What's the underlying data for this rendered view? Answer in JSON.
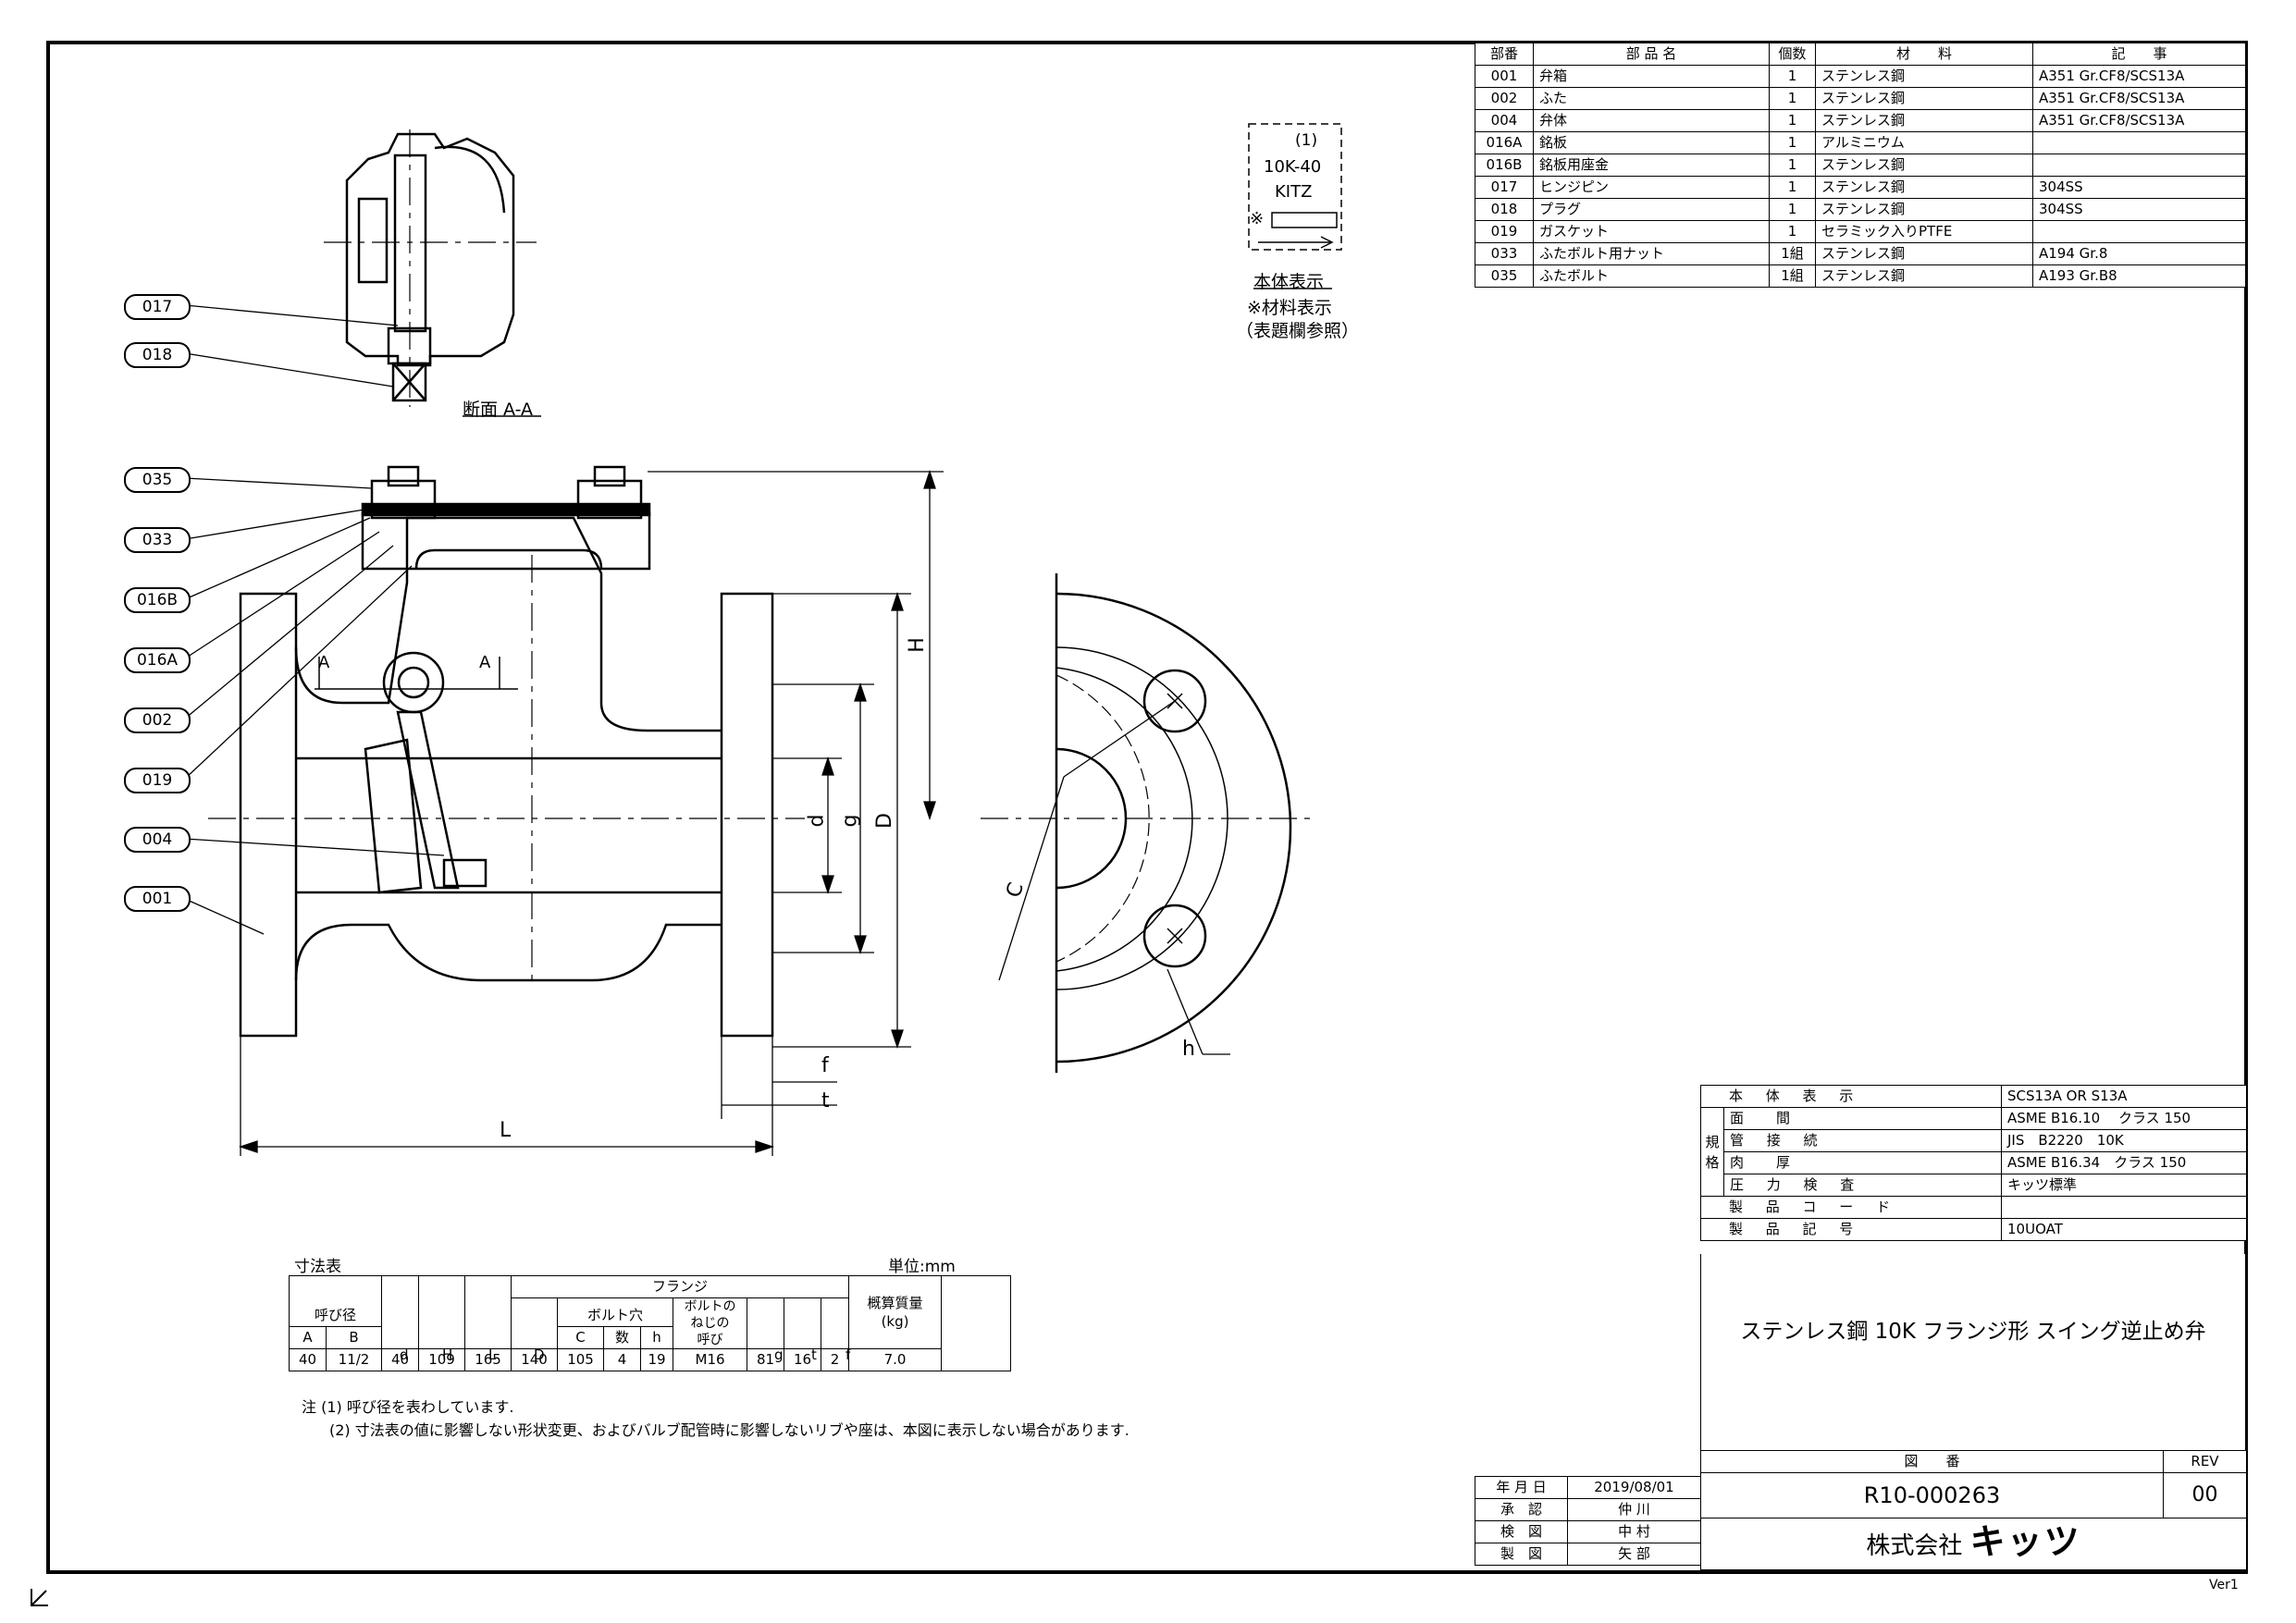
{
  "parts_table": {
    "headers": [
      "部番",
      "部 品 名",
      "個数",
      "材　　料",
      "記　　事"
    ],
    "rows": [
      [
        "001",
        "弁箱",
        "1",
        "ステンレス鋼",
        "A351 Gr.CF8/SCS13A"
      ],
      [
        "002",
        "ふた",
        "1",
        "ステンレス鋼",
        "A351 Gr.CF8/SCS13A"
      ],
      [
        "004",
        "弁体",
        "1",
        "ステンレス鋼",
        "A351 Gr.CF8/SCS13A"
      ],
      [
        "016A",
        "銘板",
        "1",
        "アルミニウム",
        ""
      ],
      [
        "016B",
        "銘板用座金",
        "1",
        "ステンレス鋼",
        ""
      ],
      [
        "017",
        "ヒンジピン",
        "1",
        "ステンレス鋼",
        "304SS"
      ],
      [
        "018",
        "プラグ",
        "1",
        "ステンレス鋼",
        "304SS"
      ],
      [
        "019",
        "ガスケット",
        "1",
        "セラミック入りPTFE",
        ""
      ],
      [
        "033",
        "ふたボルト用ナット",
        "1組",
        "ステンレス鋼",
        "A194 Gr.8"
      ],
      [
        "035",
        "ふたボルト",
        "1組",
        "ステンレス鋼",
        "A193 Gr.B8"
      ]
    ]
  },
  "marking": {
    "note": "(1)",
    "size": "10K-40",
    "brand": "KITZ",
    "mark": "※",
    "caption": "本体表示",
    "caption2": "※材料表示",
    "caption3": "（表題欄参照）"
  },
  "section": {
    "title": "断面 A-A",
    "label_a": "A"
  },
  "callouts": [
    "017",
    "018",
    "035",
    "033",
    "016B",
    "016A",
    "002",
    "019",
    "004",
    "001"
  ],
  "dim_labels": {
    "H": "H",
    "D": "D",
    "g": "g",
    "d": "d",
    "L": "L",
    "f": "f",
    "t": "t",
    "C": "C",
    "h": "h"
  },
  "dimension_table": {
    "title": "寸法表",
    "unit": "単位:mm",
    "group_flange": "フランジ",
    "group_bolt_hole": "ボルト穴",
    "nominal": "呼び径",
    "bolt_thread": "ボルトの\nねじの\n呼び",
    "mass": "概算質量\n(kg)",
    "columns": [
      "A",
      "B",
      "d",
      "H",
      "L",
      "D",
      "C",
      "数",
      "h",
      "g",
      "t",
      "f"
    ],
    "row": [
      "40",
      "11/2",
      "40",
      "109",
      "165",
      "140",
      "105",
      "4",
      "19",
      "M16",
      "81",
      "16",
      "2",
      "7.0"
    ]
  },
  "notes": [
    "注 (1) 呼び径を表わしています.",
    "(2) 寸法表の値に影響しない形状変更、およびバルブ配管時に影響しないリブや座は、本図に表示しない場合があります."
  ],
  "spec_table": {
    "rows": [
      [
        "本 体 表 示",
        "SCS13A OR S13A"
      ],
      [
        "面　間",
        "ASME B16.10　 クラス 150"
      ],
      [
        "管 接 続",
        "JIS　B2220　10K"
      ],
      [
        "肉　厚",
        "ASME B16.34　クラス 150"
      ],
      [
        "圧 力 検 査",
        "キッツ標準"
      ],
      [
        "製 品 コ ー ド",
        ""
      ],
      [
        "製 品 記 号",
        "10UOAT"
      ]
    ],
    "group_label": "規\n格"
  },
  "title_block": {
    "title": "ステンレス鋼 10K フランジ形 スイング逆止め弁",
    "drawing_no_label": "図　　番",
    "rev_label": "REV",
    "drawing_no": "R10-000263",
    "rev": "00",
    "company": "株式会社",
    "company_logo": "キッツ",
    "date_rows": [
      [
        "年 月 日",
        "2019/08/01"
      ],
      [
        "承　認",
        "仲 川"
      ],
      [
        "検　図",
        "中 村"
      ],
      [
        "製　図",
        "矢 部"
      ]
    ]
  },
  "version": "Ver1",
  "colors": {
    "line": "#000000",
    "paper": "#ffffff"
  }
}
